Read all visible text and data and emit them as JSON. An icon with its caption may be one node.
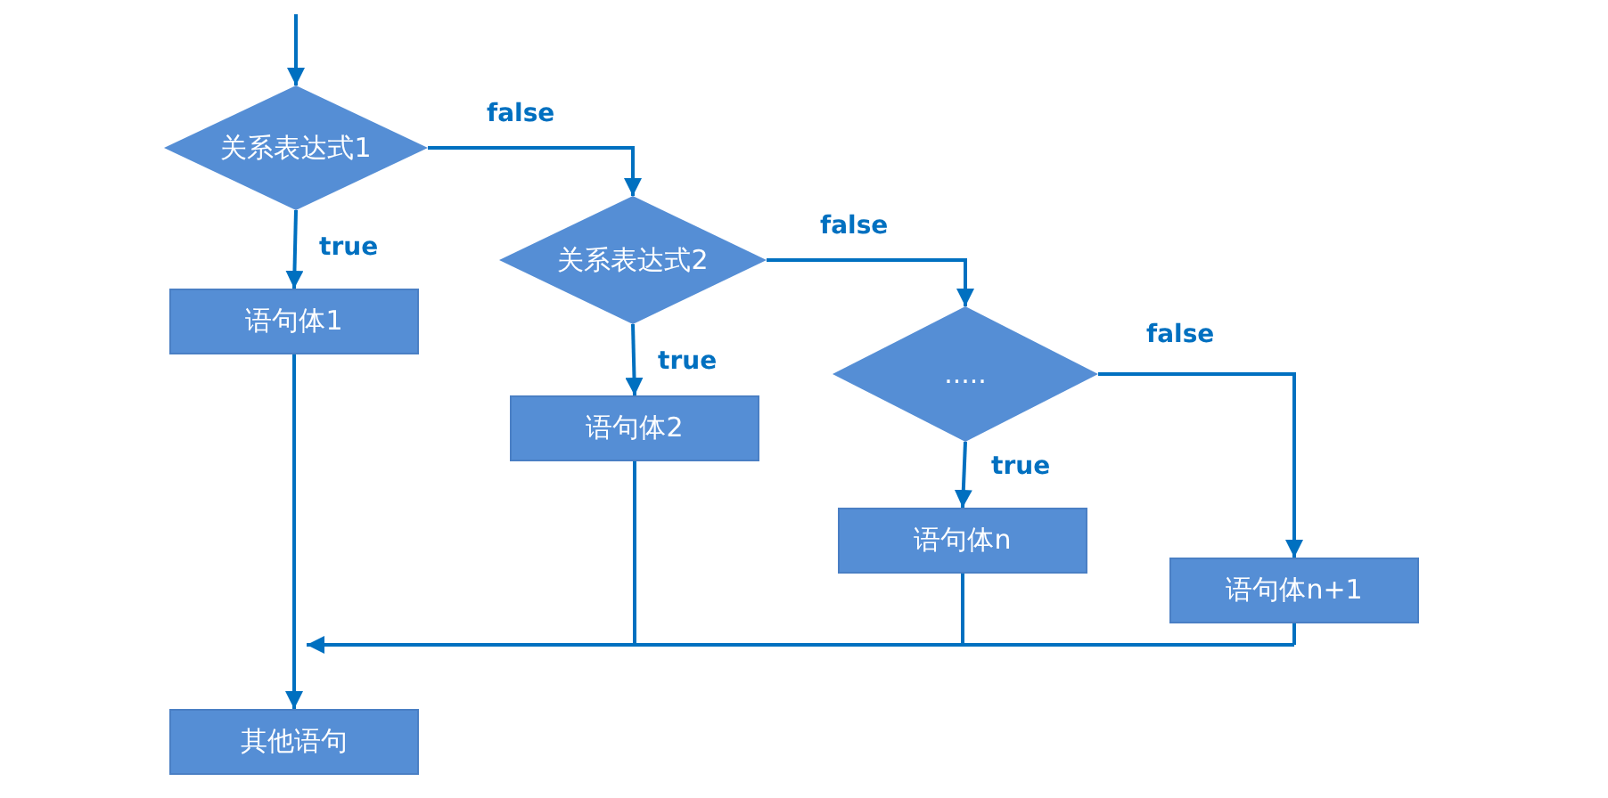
{
  "diagram": {
    "nodes": [
      {
        "text": [
          "关系表达式1"
        ]
      },
      {
        "text": [
          "语句体1"
        ]
      },
      {
        "text": [
          "关系表达式2"
        ]
      },
      {
        "text": [
          "语句体2"
        ]
      },
      {
        "text": [
          "....."
        ]
      },
      {
        "text": [
          "语句体n"
        ]
      },
      {
        "text": [
          "语句体n+1"
        ]
      },
      {
        "text": [
          "其他语句"
        ]
      }
    ],
    "edges": [
      {
        "from": null,
        "to": 0,
        "arrow": "to"
      },
      {
        "from": 0,
        "to": 1,
        "arrow": "to",
        "label": "true"
      },
      {
        "from": 0,
        "to": 2,
        "arrow": "to",
        "label": "false"
      },
      {
        "from": 2,
        "to": 3,
        "arrow": "to",
        "label": "true"
      },
      {
        "from": 2,
        "to": 4,
        "arrow": "to",
        "label": "false"
      },
      {
        "from": 4,
        "to": 5,
        "arrow": "to",
        "label": "true"
      },
      {
        "from": 4,
        "to": 6,
        "arrow": "to",
        "label": "false"
      },
      {
        "from": 1,
        "to": 7,
        "arrow": "to"
      },
      {
        "from": 3,
        "to": 7,
        "arrow": "to"
      },
      {
        "from": 5,
        "to": 7,
        "arrow": "to"
      },
      {
        "from": 6,
        "to": 7,
        "arrow": "to"
      }
    ]
  }
}
